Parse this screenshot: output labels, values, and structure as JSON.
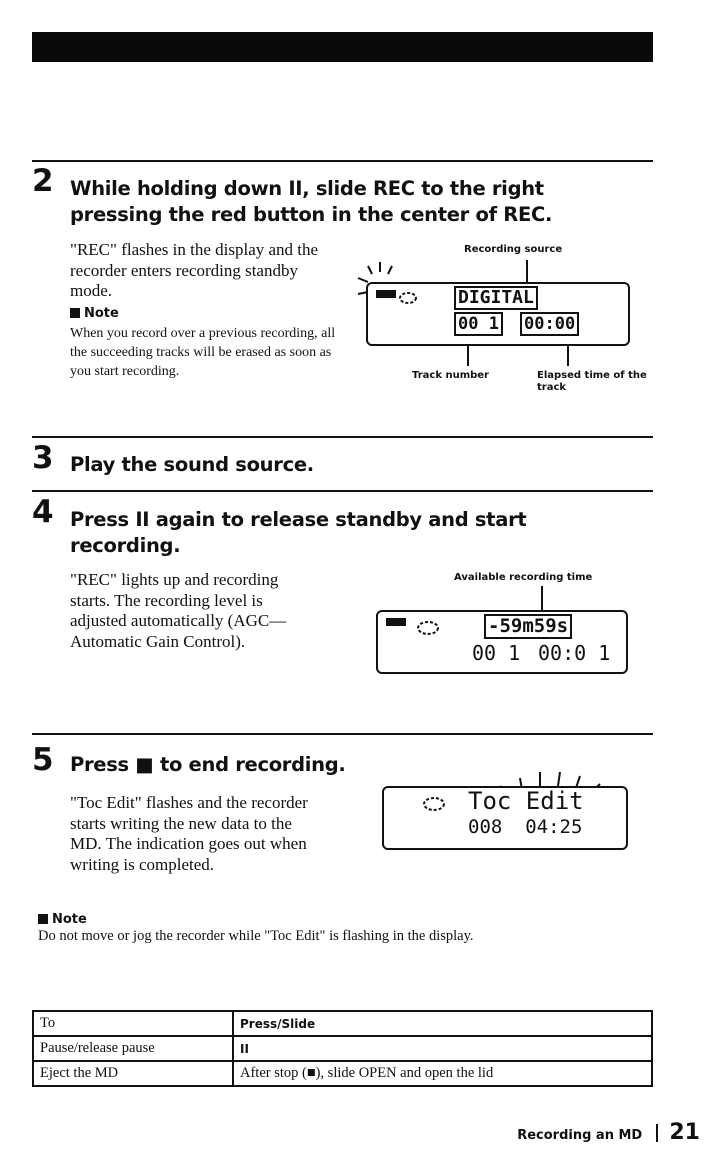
{
  "step2": {
    "number": "2",
    "heading": "While holding down II, slide REC to the right pressing the red button in the center of REC.",
    "body": "\"REC\" flashes in the display and the recorder enters recording standby mode.",
    "note_label": "Note",
    "note_text": "When you record over a previous recording, all the succeeding tracks will be erased as soon as you start recording.",
    "display": {
      "source": "DIGITAL",
      "track": "00 1",
      "time": "00:00"
    },
    "caption_source": "Recording source",
    "caption_track": "Track number",
    "caption_elapsed": "Elapsed time of the track"
  },
  "step3": {
    "number": "3",
    "heading": "Play the sound source."
  },
  "step4": {
    "number": "4",
    "heading": "Press II again to release standby and start recording.",
    "body": "\"REC\" lights up and recording starts. The recording level is adjusted automatically (AGC—Automatic Gain Control).",
    "caption_available": "Available recording time",
    "display": {
      "remaining": "-59m59s",
      "track": "00 1",
      "time": "00:0 1"
    }
  },
  "step5": {
    "number": "5",
    "heading": "Press ■ to end recording.",
    "body": "\"Toc Edit\" flashes and the recorder starts writing the new data to the MD. The indication goes out when writing is completed.",
    "display": {
      "line1": "Toc Edit",
      "line2": "008  04:25"
    }
  },
  "note": {
    "label": "Note",
    "text": "Do not move or jog the recorder while \"Toc Edit\" is flashing in the display."
  },
  "table": {
    "col1": "To",
    "col2": "Press/Slide",
    "rows": [
      {
        "to": "Pause/release pause",
        "press": "II"
      },
      {
        "to": "Eject the MD",
        "press": "After stop (■), slide OPEN and open the lid"
      }
    ]
  },
  "footer": {
    "section": "Recording an MD",
    "page": "21"
  }
}
